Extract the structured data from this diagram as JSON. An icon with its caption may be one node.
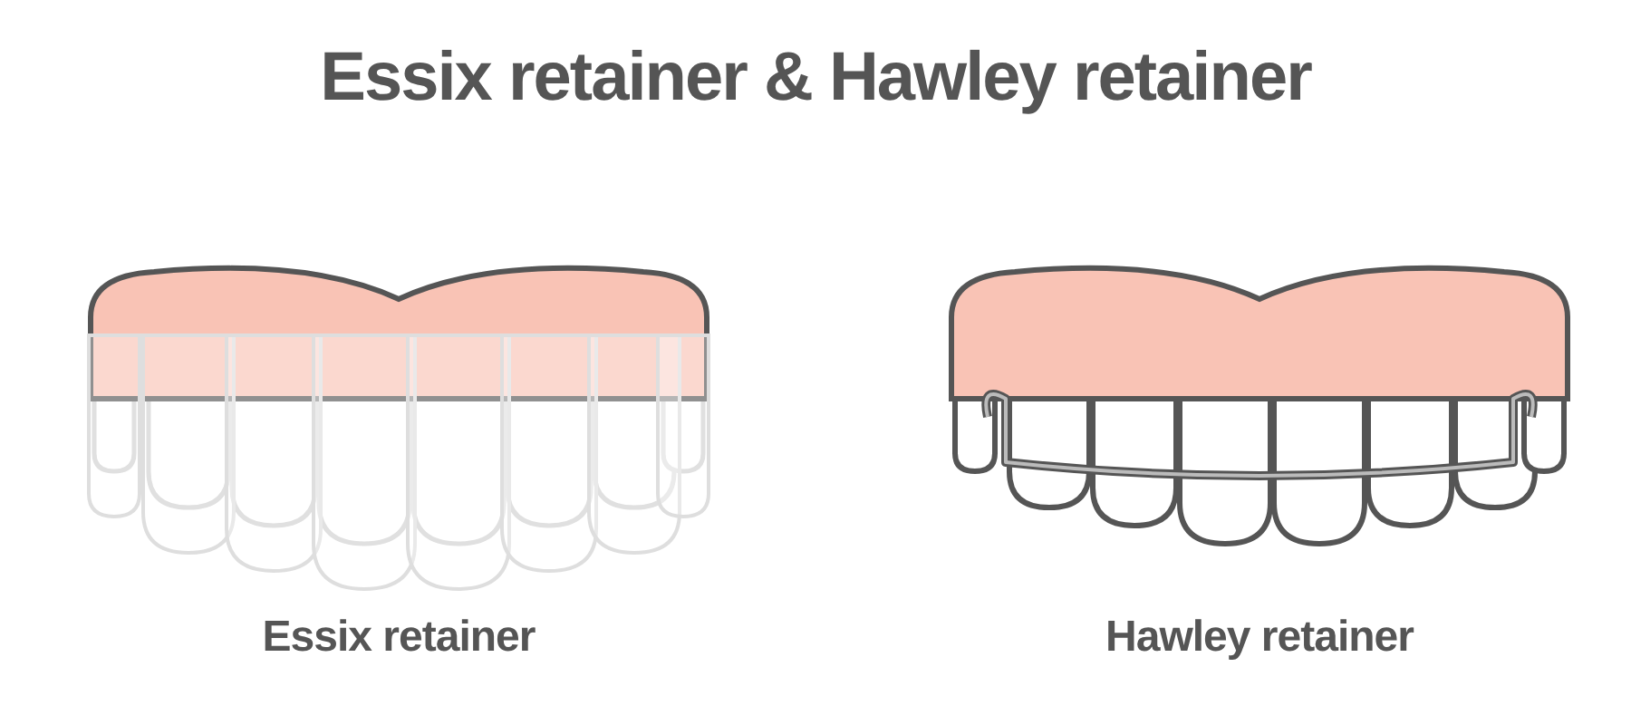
{
  "diagram": {
    "title": "Essix retainer & Hawley retainer",
    "nodes": [
      {
        "text": [],
        "shape": "picture",
        "beside": [
          "Essix retainer"
        ]
      },
      {
        "text": [],
        "shape": "picture",
        "beside": [
          "Hawley retainer"
        ]
      }
    ]
  }
}
